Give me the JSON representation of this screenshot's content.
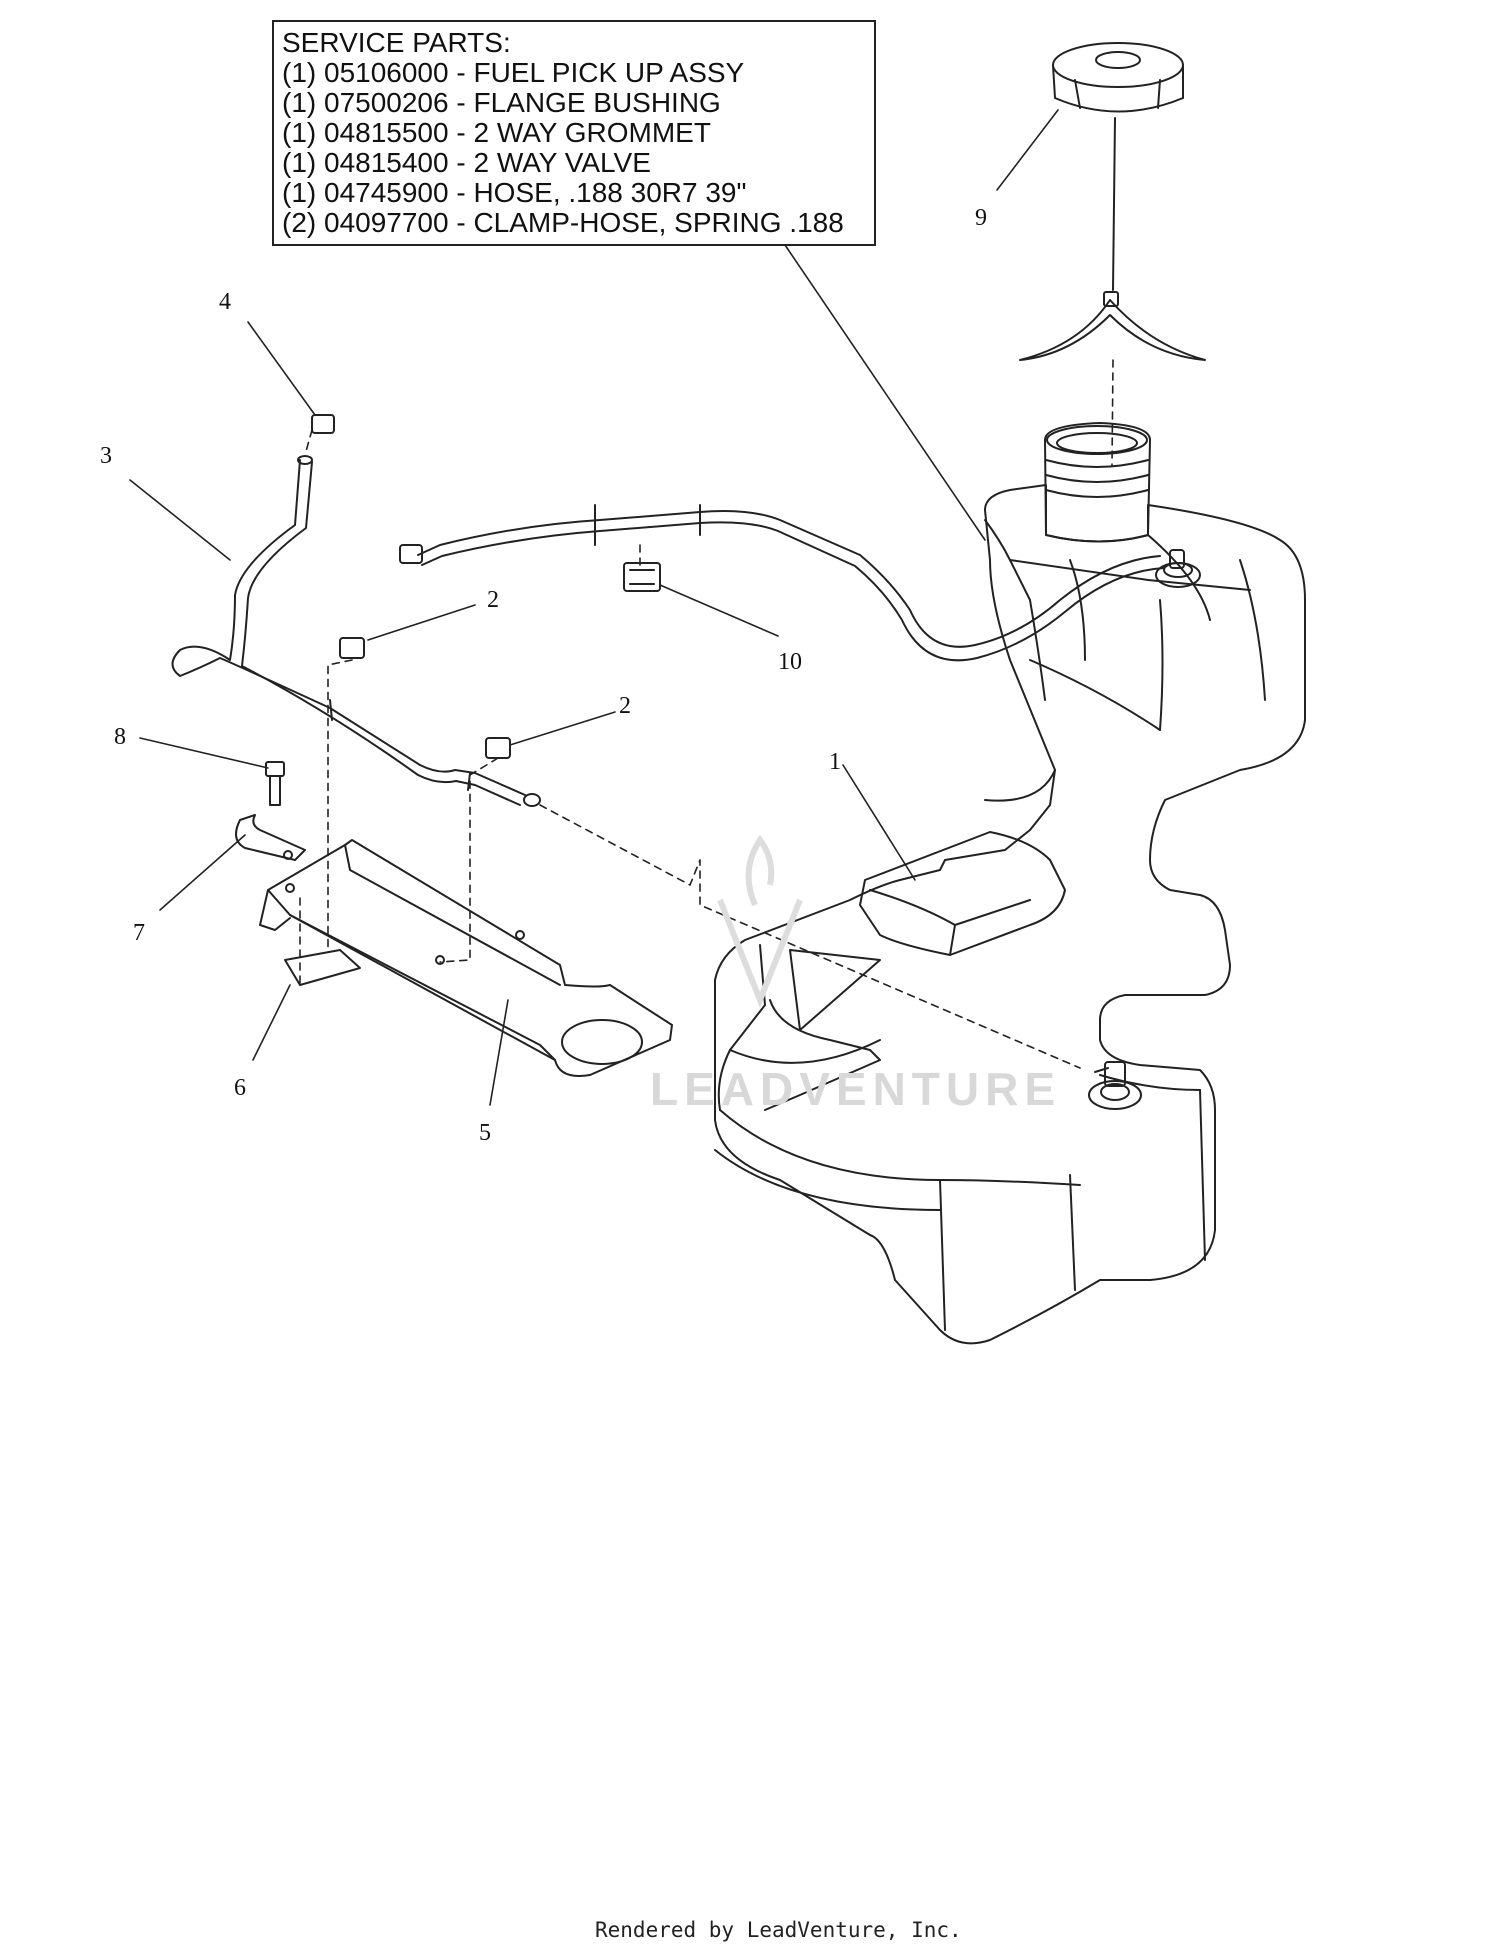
{
  "service_parts": {
    "title": "SERVICE PARTS:",
    "lines": [
      "(1) 05106000 - FUEL PICK UP ASSY",
      "(1) 07500206 - FLANGE BUSHING",
      "(1) 04815500 - 2 WAY GROMMET",
      "(1) 04815400 - 2 WAY VALVE",
      "(1) 04745900 - HOSE, .188 30R7 39\"",
      "(2) 04097700 - CLAMP-HOSE, SPRING .188"
    ]
  },
  "callouts": {
    "c1": "1",
    "c2a": "2",
    "c2b": "2",
    "c3": "3",
    "c4": "4",
    "c5": "5",
    "c6": "6",
    "c7": "7",
    "c8": "8",
    "c9": "9",
    "c10": "10"
  },
  "watermark": "LEADVENTURE",
  "footer": "Rendered by LeadVenture, Inc.",
  "colors": {
    "line": "#222222",
    "watermark": "#d8d8d8"
  }
}
